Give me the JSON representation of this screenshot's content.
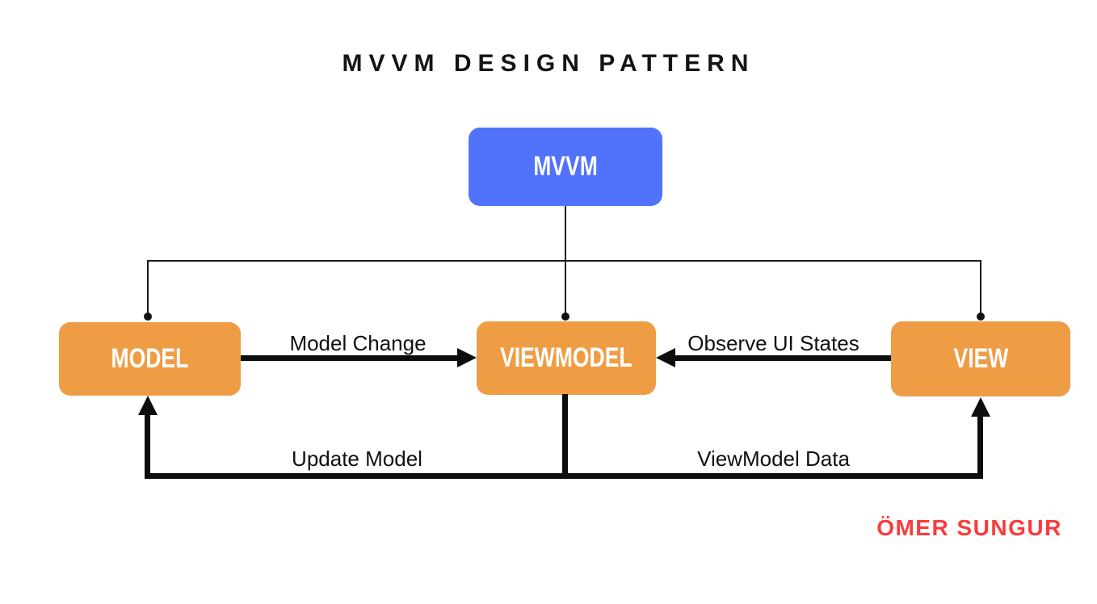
{
  "title": "MVVM DESIGN PATTERN",
  "colors": {
    "root_node": "#5172fa",
    "component_node": "#ef9d45",
    "node_text": "#ffffff",
    "line": "#0d0d0d",
    "signature": "#fb3b3b",
    "background": "#ffffff"
  },
  "nodes": {
    "mvvm": {
      "label": "MVVM"
    },
    "model": {
      "label": "MODEL"
    },
    "viewmodel": {
      "label": "VIEWMODEL"
    },
    "view": {
      "label": "VIEW"
    }
  },
  "edges": {
    "model_change": {
      "label": "Model Change",
      "from": "MODEL",
      "to": "VIEWMODEL"
    },
    "observe_ui_states": {
      "label": "Observe UI States",
      "from": "VIEW",
      "to": "VIEWMODEL"
    },
    "update_model": {
      "label": "Update Model",
      "from": "VIEWMODEL",
      "to": "MODEL"
    },
    "viewmodel_data": {
      "label": "ViewModel Data",
      "from": "VIEWMODEL",
      "to": "VIEW"
    }
  },
  "signature": {
    "text": "ÖMER SUNGUR"
  }
}
